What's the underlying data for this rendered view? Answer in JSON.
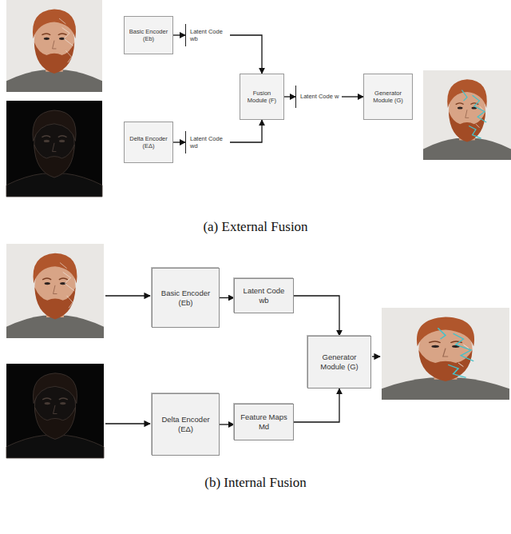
{
  "diagram": {
    "nodes": [
      {
        "text": [
          "Basic Encoder (Eb)"
        ]
      },
      {
        "text": [
          "Latent Code wb"
        ]
      },
      {
        "text": [
          "Delta Encoder (EΔ)"
        ]
      },
      {
        "text": [
          "Latent Code wd"
        ]
      },
      {
        "text": [
          "Fusion Module (F)"
        ]
      },
      {
        "text": [
          "Latent Code w"
        ]
      },
      {
        "text": [
          "Generator Module (G)"
        ]
      },
      {
        "text": [
          "Basic Encoder (Eb)"
        ]
      },
      {
        "text": [
          "Latent Code wb"
        ]
      },
      {
        "text": [
          "Delta Encoder (EΔ)"
        ]
      },
      {
        "text": [
          "Feature Maps Md"
        ]
      },
      {
        "text": [
          "Generator Module (G)"
        ]
      }
    ],
    "edges": [
      {
        "from": 0,
        "to": 1,
        "arrow": "to"
      },
      {
        "from": 1,
        "to": 4,
        "arrow": "to"
      },
      {
        "from": 2,
        "to": 3,
        "arrow": "to"
      },
      {
        "from": 3,
        "to": 4,
        "arrow": "to"
      },
      {
        "from": 4,
        "to": 5,
        "arrow": "to"
      },
      {
        "from": 5,
        "to": 6,
        "arrow": "to"
      },
      {
        "from": 7,
        "to": 8,
        "arrow": "to"
      },
      {
        "from": 8,
        "to": 11,
        "arrow": "to"
      },
      {
        "from": 9,
        "to": 10,
        "arrow": "to"
      },
      {
        "from": 10,
        "to": 11,
        "arrow": "to"
      }
    ],
    "labels": [
      "(a) External Fusion",
      "(b) Internal Fusion"
    ]
  }
}
